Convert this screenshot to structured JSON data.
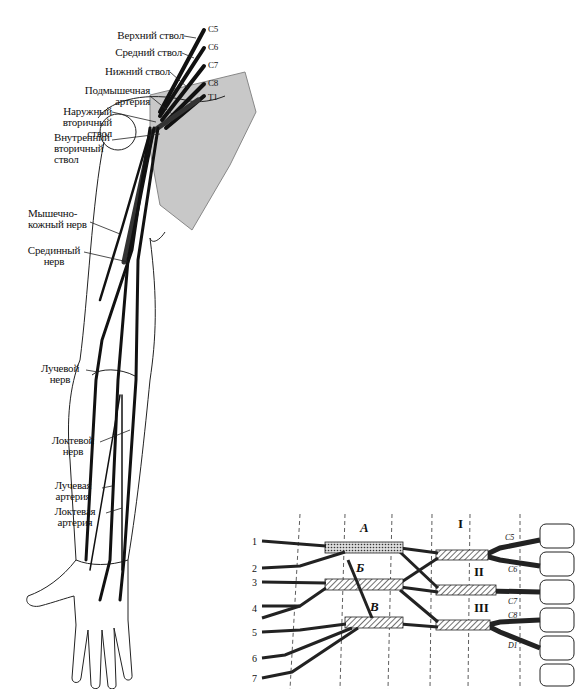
{
  "diagram": {
    "labels": [
      "Верхний ствол",
      "Средний ствол",
      "Нижний ствол",
      "Подмышечная артерия",
      "Наружный вторичный ствол",
      "Внутренний вторичный ствол",
      "Мышечно-кожный нерв",
      "Срединный нерв",
      "Лучевой нерв",
      "Локтевой нерв",
      "Лучевая артерия",
      "Локтевая артерия",
      "C5",
      "C6",
      "C7",
      "C8",
      "T1",
      "А",
      "I",
      "Б",
      "II",
      "В",
      "III",
      "1",
      "2",
      "3",
      "4",
      "5",
      "6",
      "7",
      "C5",
      "C6",
      "C7",
      "C8",
      "D1"
    ]
  }
}
